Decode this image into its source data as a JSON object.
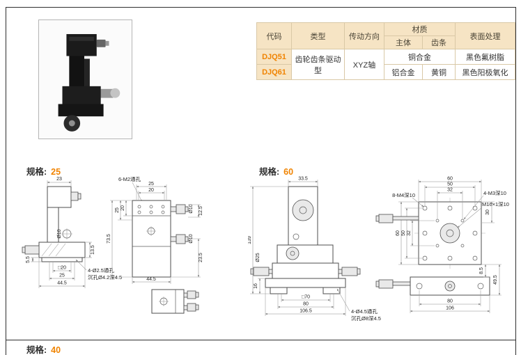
{
  "table": {
    "headers": {
      "code": "代码",
      "type": "类型",
      "direction": "传动方向",
      "material": "材质",
      "body": "主体",
      "rack": "齿条",
      "surface": "表面处理"
    },
    "rows": {
      "type": "齿轮齿条驱动型",
      "direction": "XYZ轴",
      "r1": {
        "code": "DJQ51",
        "material": "铜合金",
        "surface": "黑色氟树脂"
      },
      "r2": {
        "code": "DJQ61",
        "body": "铝合金",
        "rack": "黄铜",
        "surface": "黑色阳极氧化"
      }
    },
    "accent_color": "#f08300",
    "header_bg": "#f6e4c4"
  },
  "sections": {
    "s25": {
      "label": "规格:",
      "value": "25"
    },
    "s60": {
      "label": "规格:",
      "value": "60"
    },
    "s40": {
      "label": "规格:",
      "value": "40"
    }
  },
  "d25": {
    "side": {
      "w23": "23",
      "dia": "Ø10",
      "h135": "13.5",
      "h55": "5.5",
      "sq": "□20",
      "w25": "25",
      "w445": "44.5",
      "holes1": "4-Ø2.5通孔",
      "holes2": "沉孔Ø4.2深4.5"
    },
    "front": {
      "tap": "6-M2通孔",
      "t25": "25",
      "t20": "20",
      "l20": "20",
      "l25": "25",
      "h735": "73.5",
      "b445": "44.5",
      "k1": "Ø10",
      "r125": "12.5",
      "k2": "Ø10",
      "r235": "23.5"
    }
  },
  "d60": {
    "front": {
      "t335": "33.5",
      "h139": "139",
      "h16": "16",
      "dia": "Ø25",
      "sq": "□70",
      "b80": "80",
      "b1065": "106.5",
      "holes1": "4-Ø4.5通孔",
      "holes2": "沉孔Ø8深4.5"
    },
    "top": {
      "t60": "60",
      "t50": "50",
      "t32": "32",
      "l60": "60",
      "l50": "50",
      "l32": "32",
      "a1": "8-M4深10",
      "a2": "4-M3深10",
      "a3": "M16×1深10",
      "r30": "30",
      "r85": "8.5",
      "r495": "49.5",
      "b80": "80",
      "b106": "106"
    }
  }
}
